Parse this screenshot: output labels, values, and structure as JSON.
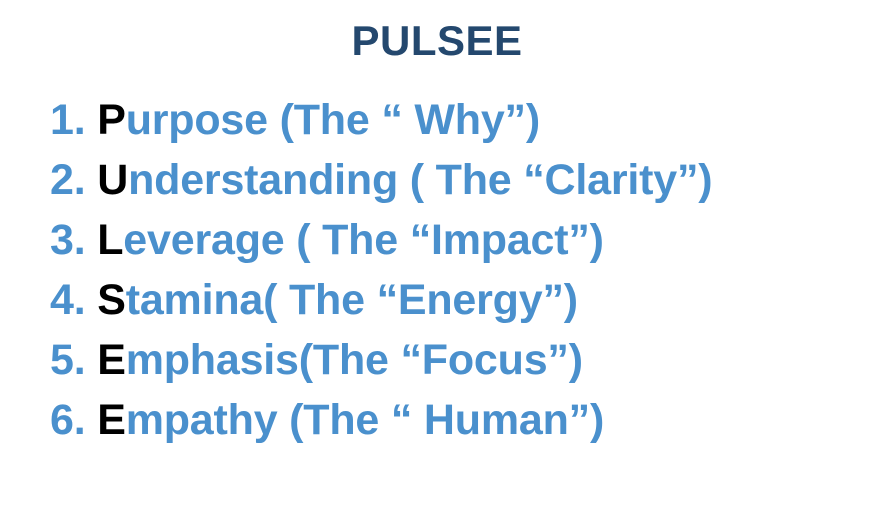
{
  "slide": {
    "background_color": "#ffffff",
    "title": "PULSEE",
    "title_color": "#24486e",
    "accent_color": "#4a90cd",
    "letter_color": "#000000",
    "items": [
      {
        "number": "1.",
        "capital": "P",
        "rest": "urpose",
        "paren": " (The “ Why”)",
        "full": "1. Purpose (The “ Why”)"
      },
      {
        "number": "2.",
        "capital": "U",
        "rest": "nderstanding",
        "paren": " ( The “Clarity”)",
        "full": "2. Understanding ( The “Clarity”)"
      },
      {
        "number": "3.",
        "capital": "L",
        "rest": "everage",
        "paren": " ( The “Impact”)",
        "full": "3. Leverage ( The “Impact”)"
      },
      {
        "number": "4.",
        "capital": "S",
        "rest": "tamina",
        "paren": "( The “Energy”)",
        "full": "4. Stamina( The “Energy”)"
      },
      {
        "number": "5.",
        "capital": "E",
        "rest": "mphasis",
        "paren": "(The “Focus”)",
        "full": "5. Emphasis(The “Focus”)"
      },
      {
        "number": "6.",
        "capital": "E",
        "rest": "mpathy",
        "paren": " (The “ Human”)",
        "full": "6. Empathy (The “ Human”)"
      }
    ]
  }
}
